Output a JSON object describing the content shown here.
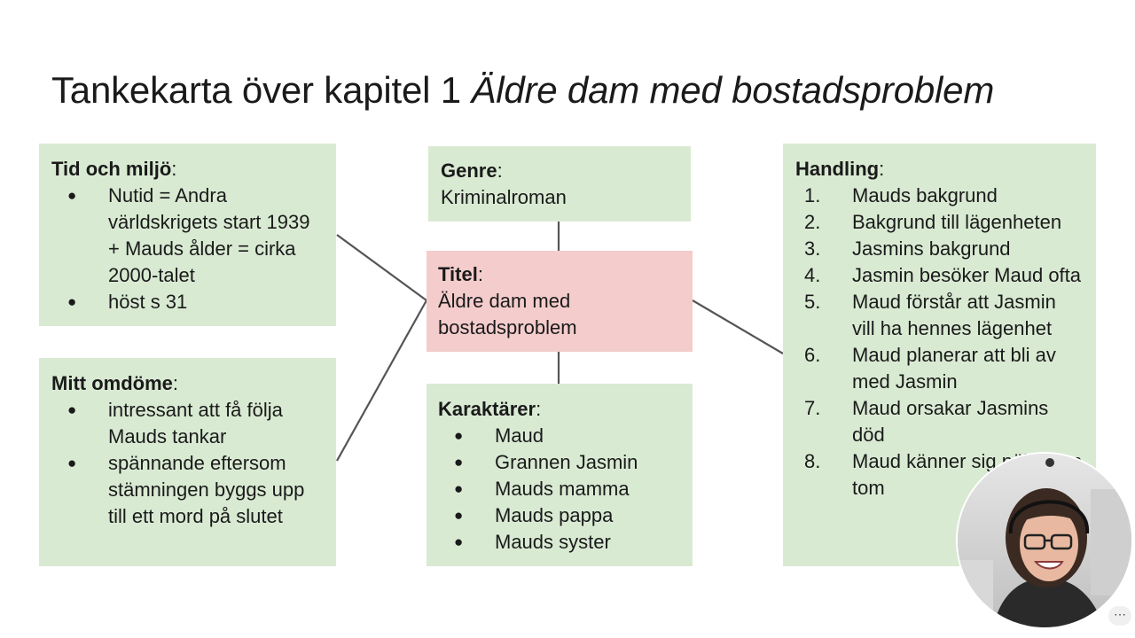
{
  "slide": {
    "title_prefix": "Tankekarta över kapitel 1 ",
    "title_italic": "Äldre dam med bostadsproblem"
  },
  "boxes": {
    "tid": {
      "label": "Tid och miljö",
      "colon": ":",
      "items": [
        "Nutid = Andra världskrigets start 1939 + Mauds ålder = cirka 2000-talet",
        "höst s 31"
      ]
    },
    "omdome": {
      "label": "Mitt omdöme",
      "colon": ":",
      "items": [
        "intressant att få följa Mauds tankar",
        "spännande eftersom stämningen byggs upp till ett mord på slutet"
      ]
    },
    "genre": {
      "label": "Genre",
      "colon": ":",
      "text": "Kriminalroman"
    },
    "titel": {
      "label": "Titel",
      "colon": ":",
      "text": "Äldre dam med bostadsproblem"
    },
    "karaktarer": {
      "label": "Karaktärer",
      "colon": ":",
      "items": [
        "Maud",
        "Grannen Jasmin",
        "Mauds mamma",
        "Mauds pappa",
        "Mauds syster"
      ]
    },
    "handling": {
      "label": "Handling",
      "colon": ":",
      "items": [
        {
          "num": "1.",
          "text": "Mauds bakgrund"
        },
        {
          "num": "2.",
          "text": "Bakgrund till lägenheten"
        },
        {
          "num": "3.",
          "text": "Jasmins bakgrund"
        },
        {
          "num": "4.",
          "text": "Jasmin besöker Maud ofta"
        },
        {
          "num": "5.",
          "text": "Maud förstår att Jasmin vill ha hennes lägenhet"
        },
        {
          "num": "6.",
          "text": "Maud planerar att bli av med Jasmin"
        },
        {
          "num": "7.",
          "text": "Maud orsakar Jasmins död"
        },
        {
          "num": "8.",
          "text": "Maud känner sig nöjd men tom"
        }
      ]
    }
  },
  "colors": {
    "green": "#d9ead3",
    "pink": "#f4cccc",
    "connector": "#555555"
  },
  "overlay": {
    "more_label": "⋯"
  }
}
